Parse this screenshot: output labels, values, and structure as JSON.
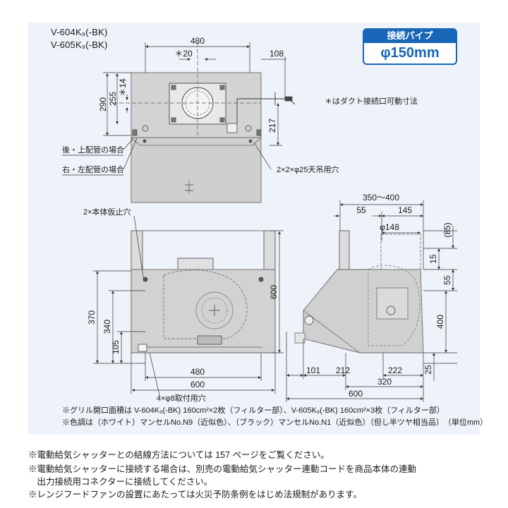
{
  "models": [
    "V-604K₉(-BK)",
    "V-605K₉(-BK)"
  ],
  "badge": {
    "label": "接続パイプ",
    "value": "φ150mm"
  },
  "notes": {
    "duct": "＊はダクト接続口可動寸法",
    "rear_top_pipe": "後・上配管の場合",
    "side_pipe": "右・左配管の場合",
    "hang_holes": "2×2×φ25天吊用穴",
    "temp_holes": "2×本体仮止穴",
    "mount_holes": "4×φ8取付用穴"
  },
  "dims": {
    "top_480": "480",
    "star20": "＊20",
    "d108": "108",
    "d290": "290",
    "d255": "255",
    "star14": "＊14",
    "d217": "217",
    "side_range": "350〜400",
    "d55": "55",
    "d145": "145",
    "phi148": "φ148",
    "p85": "(85)",
    "d15": "15",
    "d55b": "55",
    "d400": "400",
    "d25": "25",
    "d101": "101",
    "d212": "212",
    "d222": "222",
    "d320": "320",
    "d600s": "600",
    "d600v": "600",
    "d370": "370",
    "d340": "340",
    "d105": "105",
    "front480": "480",
    "front600": "600"
  },
  "panel_notes": [
    "※グリル開口面積は V-604K₉(-BK) 160cm²×2枚（フィルター部）、V-605K₉(-BK) 160cm²×3枚（フィルター部）",
    "※色調は（ホワイト）マンセルNo.N9（近似色）、（ブラック）マンセルNo.N1（近似色）（但し半ツヤ相当品）　（単位mm）"
  ],
  "footnotes": [
    "※電動給気シャッターとの結線方法については 157 ページをご覧ください。",
    "※電動給気シャッターに接続する場合は、別売の電動給気シャッター連動コードを商品本体の連動",
    "　出力接続用コネクターに接続してください。",
    "※レンジフードファンの設置にあたっては火災予防条例をはじめ法規制があります。"
  ]
}
